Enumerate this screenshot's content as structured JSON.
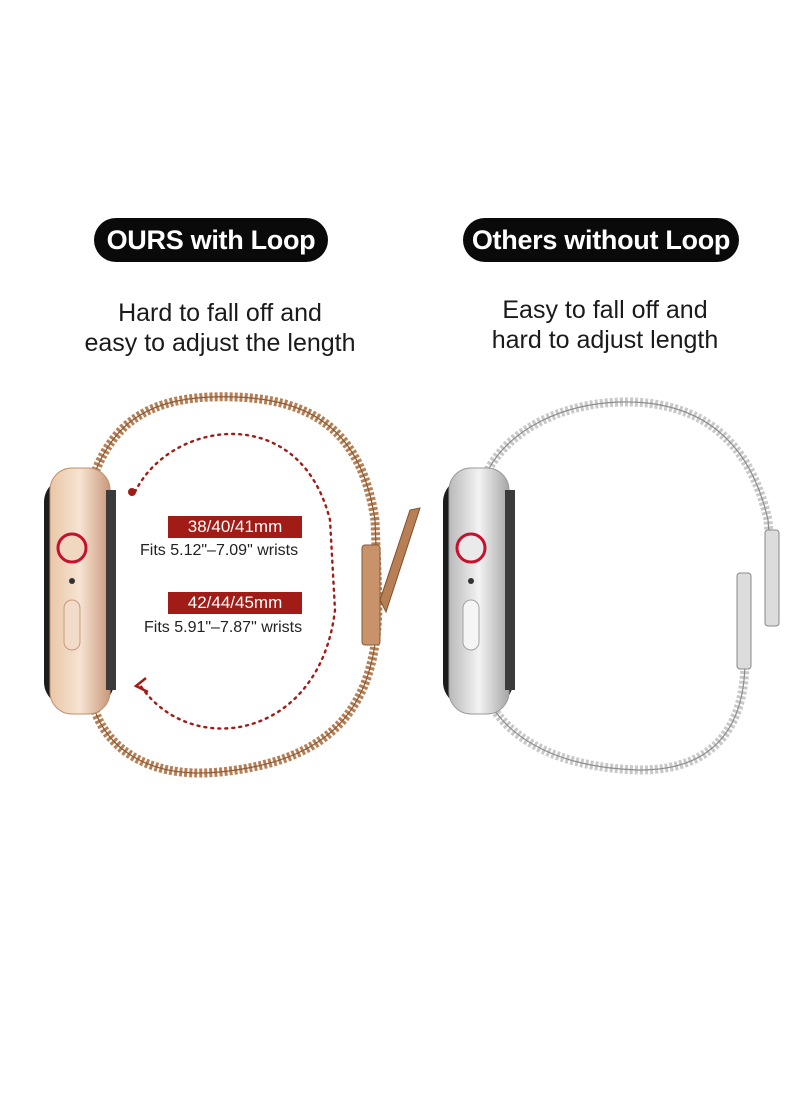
{
  "left": {
    "heading": "OURS with Loop",
    "description": [
      "Hard to fall off and",
      "easy to adjust the length"
    ],
    "sizes": [
      {
        "size": "38/40/41mm",
        "fits": "Fits 5.12\"–7.09\" wrists"
      },
      {
        "size": "42/44/45mm",
        "fits": "Fits 5.91\"–7.87\" wrists"
      }
    ],
    "band_color": "#b87f54"
  },
  "right": {
    "heading": "Others without Loop",
    "description": [
      "Easy to fall off and",
      "hard to adjust length"
    ],
    "band_color": "#c9c9c9"
  },
  "colors": {
    "badge": "#a11c16",
    "pill": "#0a0a0a",
    "crown_ring": "#c8102e"
  }
}
